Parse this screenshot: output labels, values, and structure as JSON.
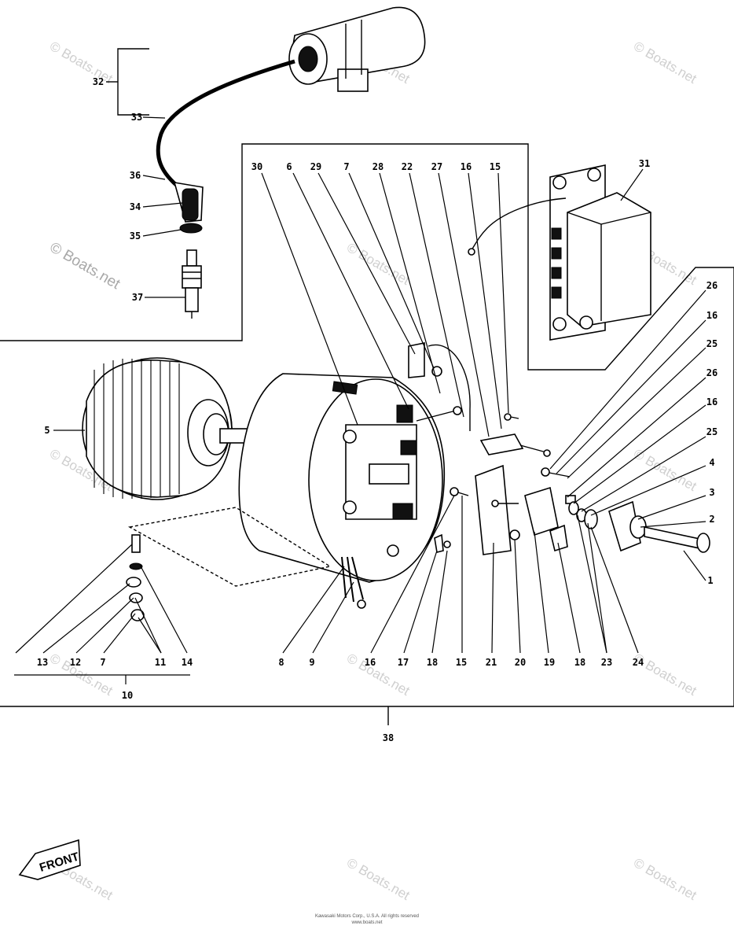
{
  "diagram": {
    "part_numbers": [
      "1",
      "2",
      "3",
      "4",
      "5",
      "6",
      "7",
      "8",
      "9",
      "10",
      "11",
      "12",
      "13",
      "14",
      "15",
      "16",
      "17",
      "18",
      "19",
      "20",
      "21",
      "22",
      "23",
      "24",
      "25",
      "26",
      "27",
      "28",
      "29",
      "30",
      "31",
      "32",
      "33",
      "34",
      "35",
      "36",
      "37",
      "38"
    ],
    "front_label": "FRONT",
    "watermark": "© Boats.net",
    "copyright_line_1": "Kawasaki Motors Corp., U.S.A. All rights reserved",
    "copyright_line_2": "www.boats.net"
  },
  "colors": {
    "ink": "#000000",
    "watermark": "#cfcfcf",
    "paper": "#ffffff"
  }
}
